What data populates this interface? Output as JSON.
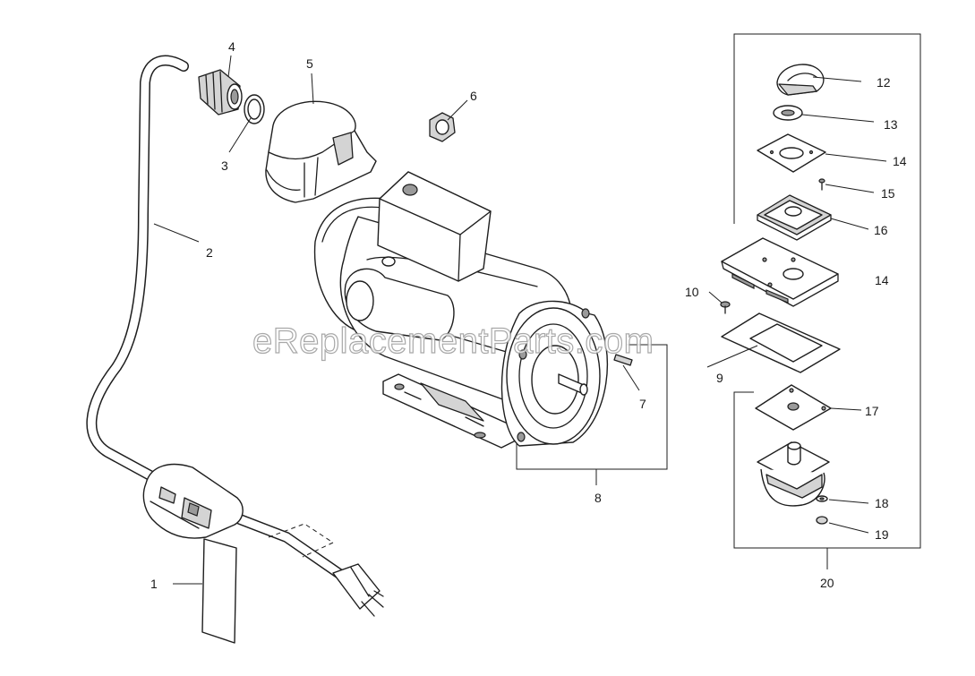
{
  "watermark": "eReplacementParts.com",
  "callouts": {
    "c1": "1",
    "c2": "2",
    "c3": "3",
    "c4": "4",
    "c5": "5",
    "c6": "6",
    "c7": "7",
    "c8": "8",
    "c9": "9",
    "c10": "10",
    "c12": "12",
    "c13": "13",
    "c14a": "14",
    "c15": "15",
    "c16": "16",
    "c14b": "14",
    "c17": "17",
    "c18": "18",
    "c19": "19",
    "c20": "20"
  }
}
